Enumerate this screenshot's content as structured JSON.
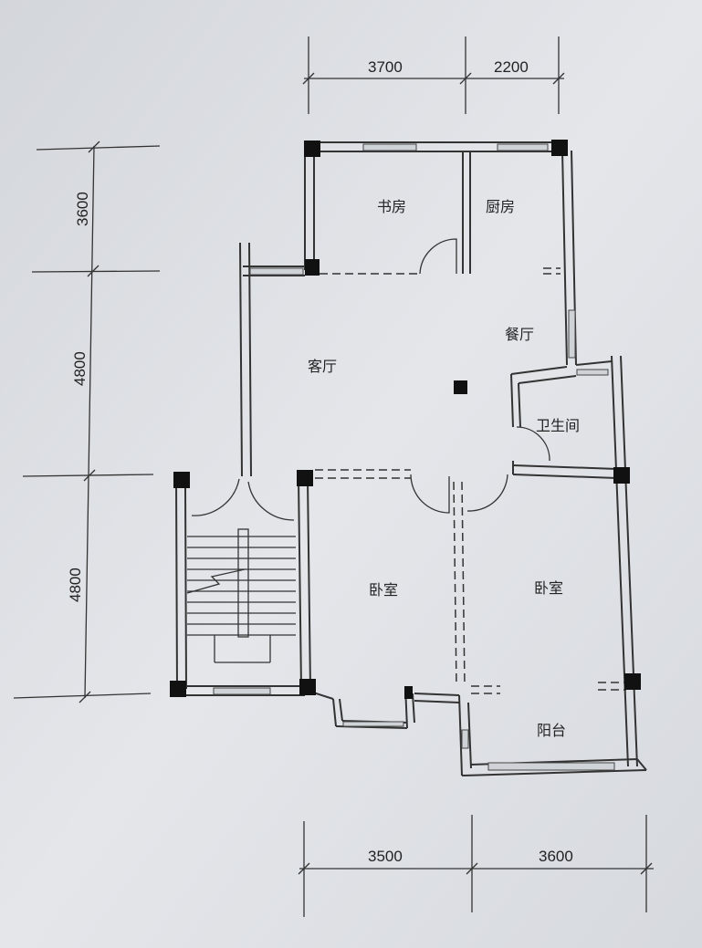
{
  "dimensions": {
    "top": [
      "3700",
      "2200"
    ],
    "left": [
      "3600",
      "4800",
      "4800"
    ],
    "bottom": [
      "3500",
      "3600"
    ]
  },
  "rooms": {
    "study": "书房",
    "kitchen": "厨房",
    "dining": "餐厅",
    "living": "客厅",
    "bathroom": "卫生间",
    "bedroom_left": "卧室",
    "bedroom_right": "卧室",
    "balcony": "阳台"
  },
  "colors": {
    "paper": "#dcdfe4",
    "ink": "#222222"
  }
}
